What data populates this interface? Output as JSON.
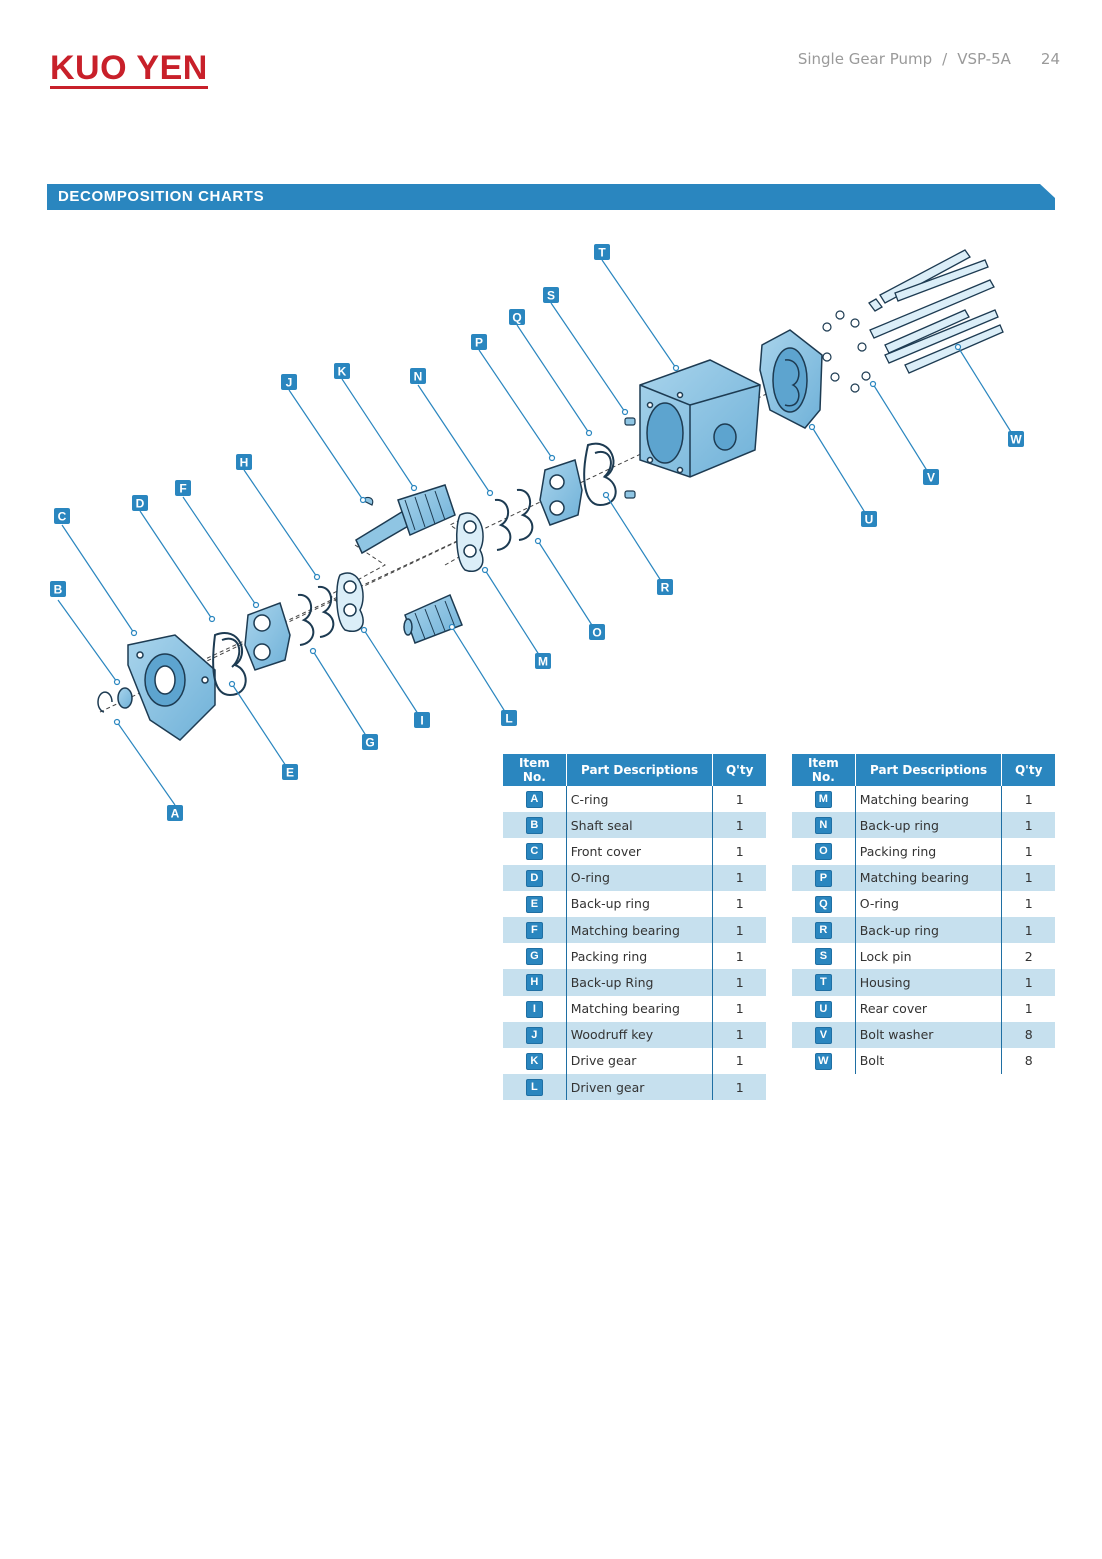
{
  "header": {
    "brand": "KUO YEN",
    "product": "Single Gear Pump",
    "separator": "/",
    "model": "VSP-5A",
    "page_number": "24"
  },
  "section": {
    "title": "DECOMPOSITION CHARTS"
  },
  "colors": {
    "accent": "#2a86bf",
    "brand": "#c8202a",
    "row_shade": "#c6e0ee",
    "part_fill": "#8fc5e3"
  },
  "table": {
    "headers": {
      "item": "Item No.",
      "desc": "Part Descriptions",
      "qty": "Q'ty"
    },
    "left_rows": [
      {
        "item": "A",
        "desc": "C-ring",
        "qty": "1"
      },
      {
        "item": "B",
        "desc": "Shaft seal",
        "qty": "1"
      },
      {
        "item": "C",
        "desc": "Front cover",
        "qty": "1"
      },
      {
        "item": "D",
        "desc": "O-ring",
        "qty": "1"
      },
      {
        "item": "E",
        "desc": "Back-up ring",
        "qty": "1"
      },
      {
        "item": "F",
        "desc": "Matching bearing",
        "qty": "1"
      },
      {
        "item": "G",
        "desc": "Packing ring",
        "qty": "1"
      },
      {
        "item": "H",
        "desc": "Back-up Ring",
        "qty": "1"
      },
      {
        "item": "I",
        "desc": "Matching bearing",
        "qty": "1"
      },
      {
        "item": "J",
        "desc": "Woodruff key",
        "qty": "1"
      },
      {
        "item": "K",
        "desc": "Drive gear",
        "qty": "1"
      },
      {
        "item": "L",
        "desc": "Driven gear",
        "qty": "1"
      }
    ],
    "right_rows": [
      {
        "item": "M",
        "desc": "Matching bearing",
        "qty": "1"
      },
      {
        "item": "N",
        "desc": "Back-up ring",
        "qty": "1"
      },
      {
        "item": "O",
        "desc": "Packing ring",
        "qty": "1"
      },
      {
        "item": "P",
        "desc": "Matching bearing",
        "qty": "1"
      },
      {
        "item": "Q",
        "desc": "O-ring",
        "qty": "1"
      },
      {
        "item": "R",
        "desc": "Back-up ring",
        "qty": "1"
      },
      {
        "item": "S",
        "desc": "Lock pin",
        "qty": "2"
      },
      {
        "item": "T",
        "desc": "Housing",
        "qty": "1"
      },
      {
        "item": "U",
        "desc": "Rear cover",
        "qty": "1"
      },
      {
        "item": "V",
        "desc": "Bolt washer",
        "qty": "8"
      },
      {
        "item": "W",
        "desc": "Bolt",
        "qty": "8"
      }
    ]
  },
  "diagram": {
    "callouts": [
      "A",
      "B",
      "C",
      "D",
      "E",
      "F",
      "G",
      "H",
      "I",
      "J",
      "K",
      "L",
      "M",
      "N",
      "O",
      "P",
      "Q",
      "R",
      "S",
      "T",
      "U",
      "V",
      "W"
    ]
  }
}
